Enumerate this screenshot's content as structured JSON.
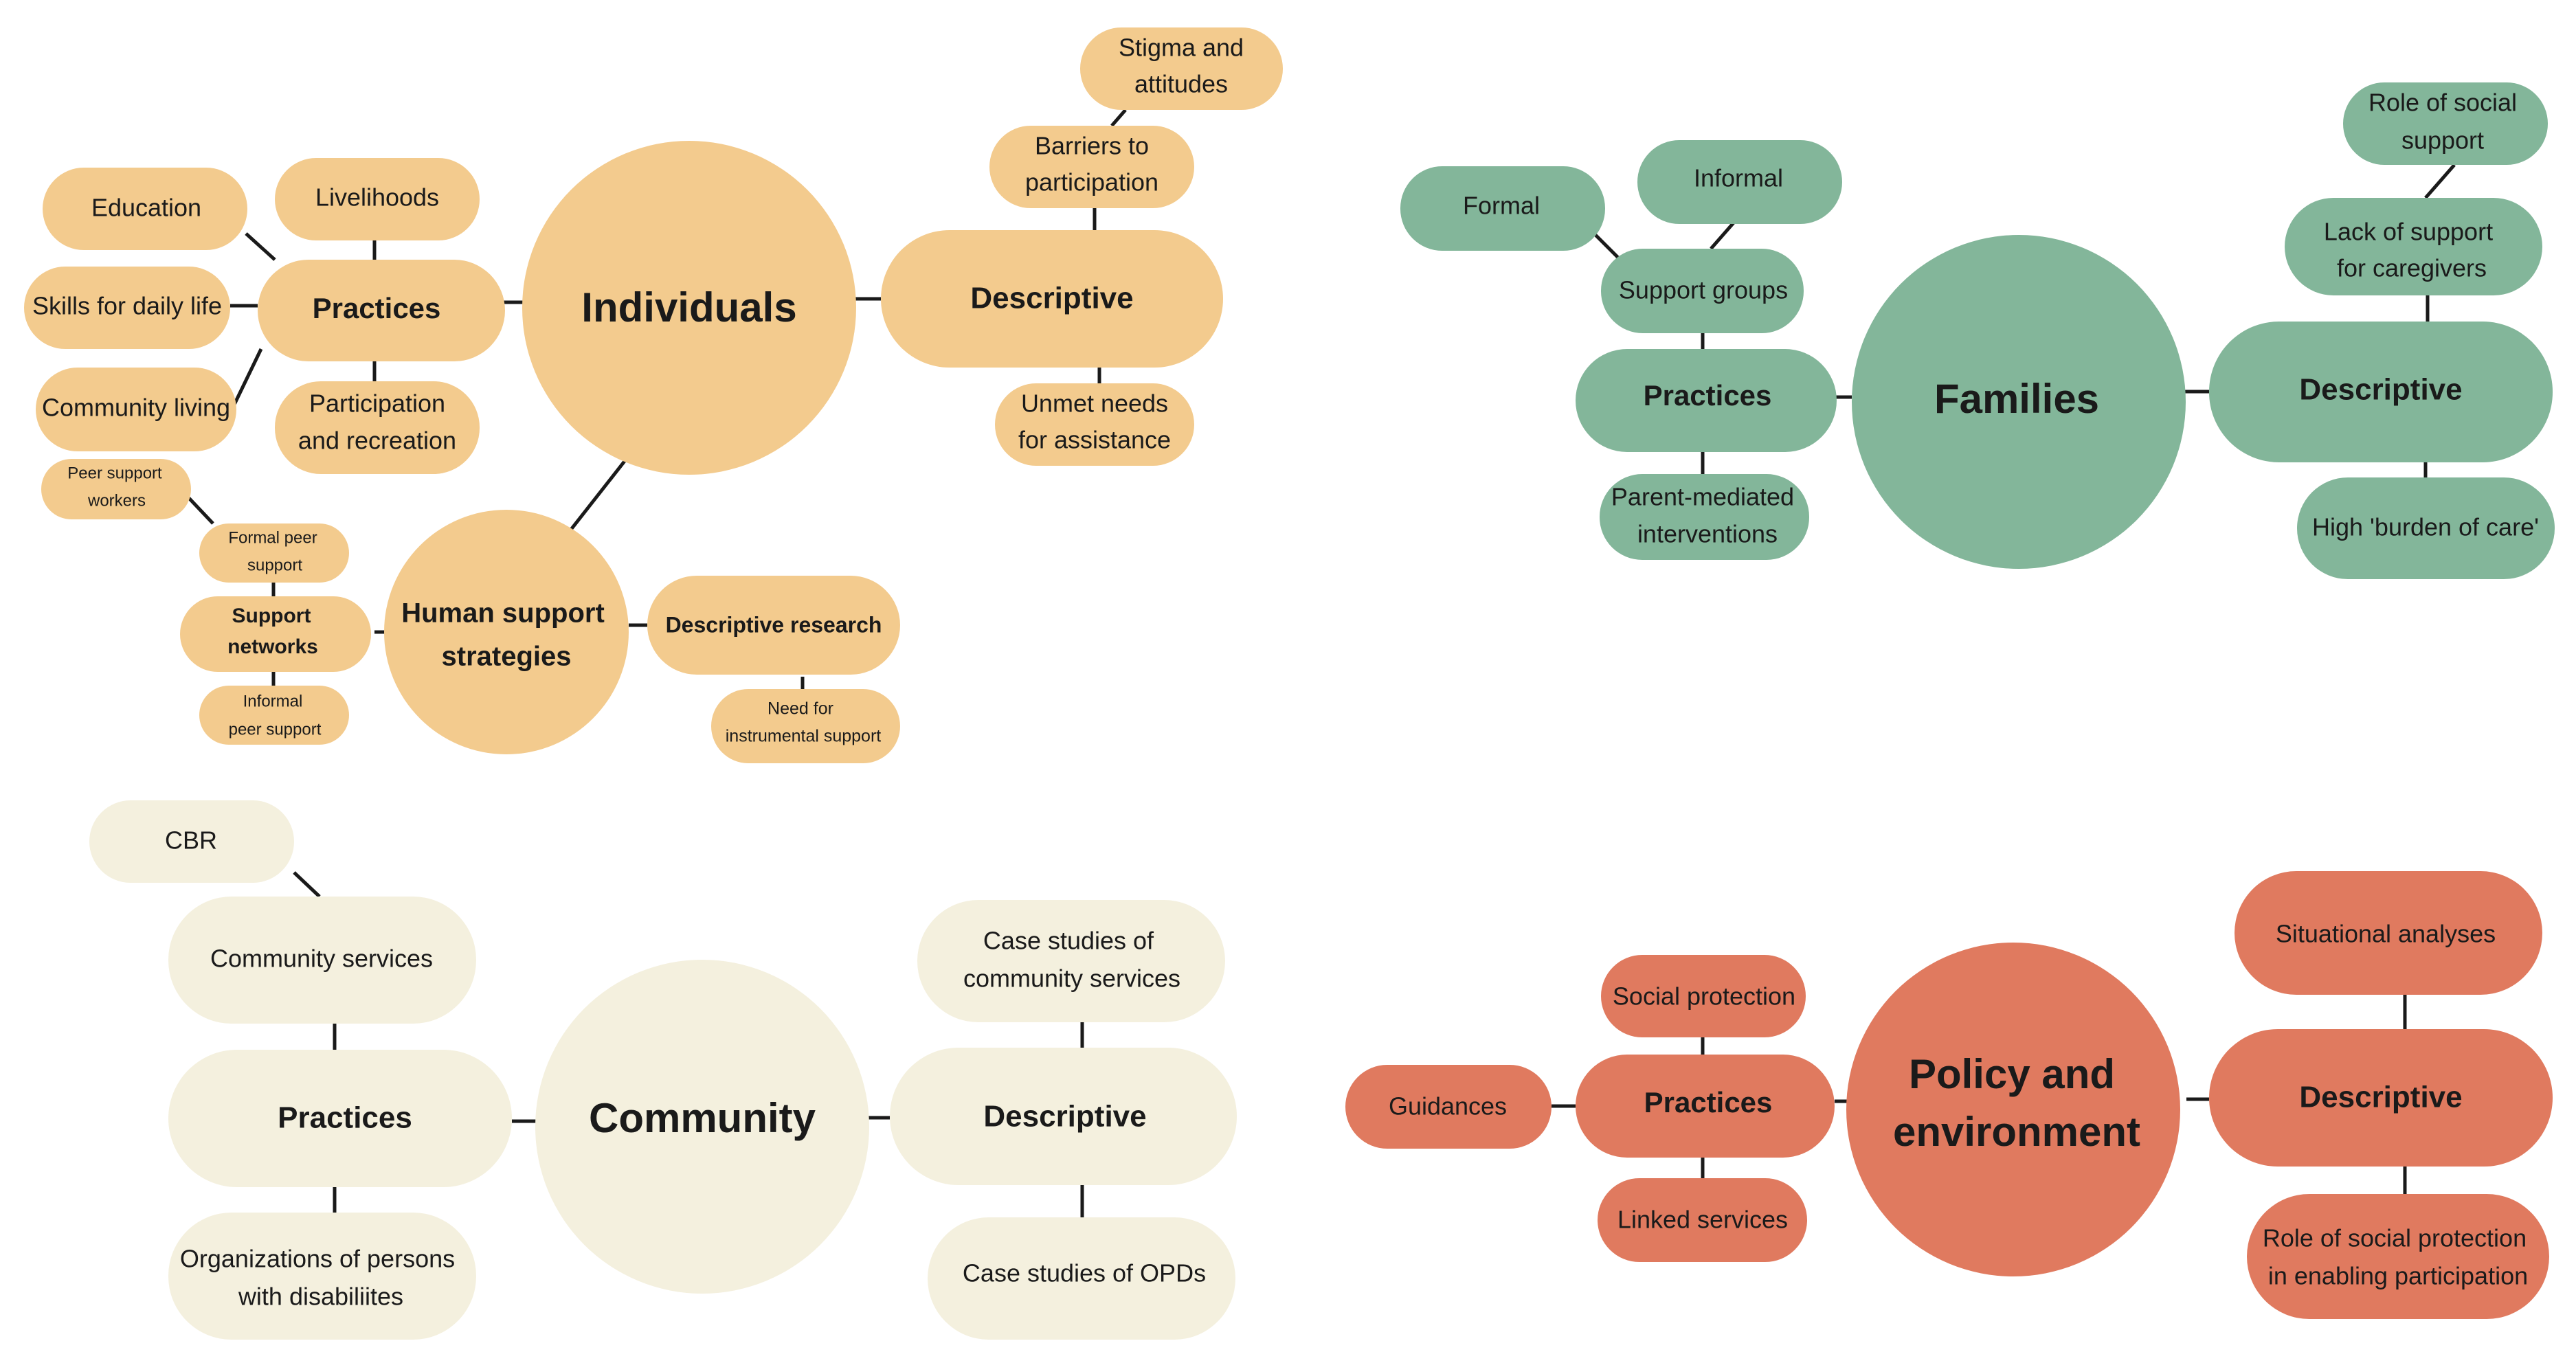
{
  "colors": {
    "individuals": "#f3cb8e",
    "families": "#83b69a",
    "community": "#f4f0de",
    "policy": "#e07a5f",
    "line": "#1a1a1a",
    "text": "#1a1a1a"
  },
  "individuals": {
    "hub": "Individuals",
    "practices": "Practices",
    "education": "Education",
    "livelihoods": "Livelihoods",
    "skills": "Skills for daily life",
    "community_living": "Community living",
    "participation": [
      "Participation",
      "and recreation"
    ],
    "descriptive": "Descriptive",
    "barriers": [
      "Barriers to",
      "participation"
    ],
    "stigma": [
      "Stigma and",
      "attitudes"
    ],
    "unmet": [
      "Unmet needs",
      "for assistance"
    ],
    "human_support": [
      "Human support",
      "strategies"
    ],
    "support_networks": [
      "Support",
      "networks"
    ],
    "peer_workers": [
      "Peer support",
      "workers"
    ],
    "formal_peer": [
      "Formal peer",
      "support"
    ],
    "informal_peer": [
      "Informal",
      "peer support"
    ],
    "descriptive_research": "Descriptive research",
    "instrumental": [
      "Need for",
      "instrumental support"
    ]
  },
  "families": {
    "hub": "Families",
    "practices": "Practices",
    "support_groups": "Support groups",
    "formal": "Formal",
    "informal": "Informal",
    "parent_mediated": [
      "Parent-mediated",
      "interventions"
    ],
    "descriptive": "Descriptive",
    "role_social": [
      "Role of social",
      "support"
    ],
    "lack_support": [
      "Lack of support",
      "for caregivers"
    ],
    "burden": "High 'burden of care'"
  },
  "community": {
    "hub": "Community",
    "practices": "Practices",
    "cbr": "CBR",
    "services": "Community services",
    "opd_orgs": [
      "Organizations of persons",
      "with disabiliites"
    ],
    "descriptive": "Descriptive",
    "case_services": [
      "Case studies of",
      "community services"
    ],
    "case_opds": "Case studies of OPDs"
  },
  "policy": {
    "hub": [
      "Policy and",
      "environment"
    ],
    "practices": "Practices",
    "social_protection": "Social protection",
    "guidances": "Guidances",
    "linked": "Linked services",
    "descriptive": "Descriptive",
    "situational": "Situational analyses",
    "role_protection": [
      "Role of social protection",
      "in enabling participation"
    ]
  }
}
